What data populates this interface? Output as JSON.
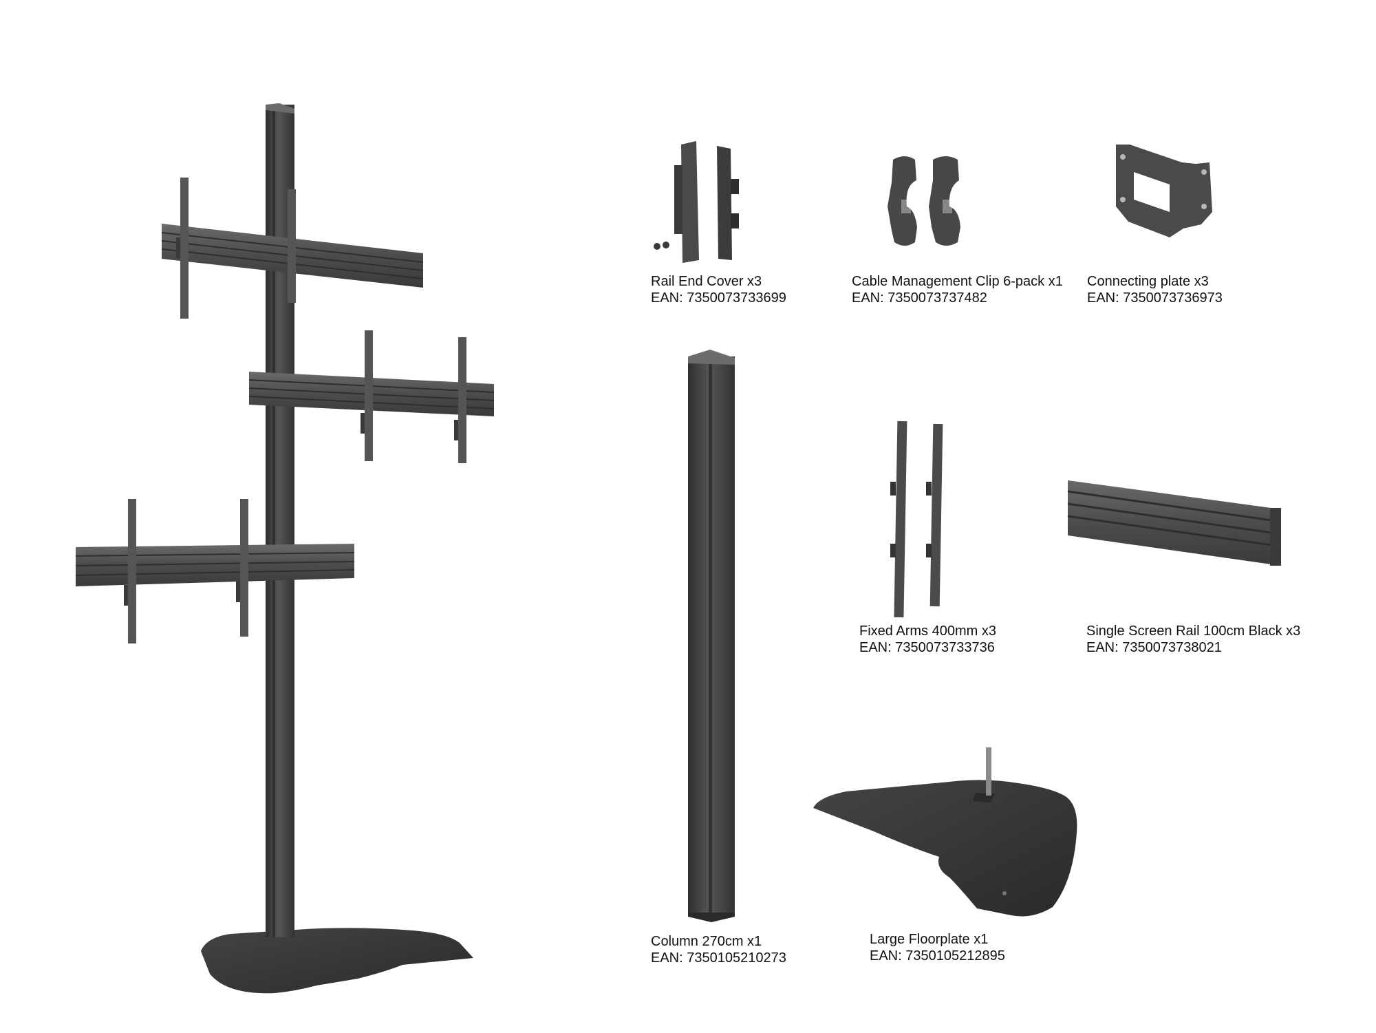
{
  "colors": {
    "metal_dark": "#3c3c3c",
    "metal_mid": "#4a4a4a",
    "metal_light": "#6a6a6a",
    "text": "#111111",
    "background": "#ffffff"
  },
  "parts": [
    {
      "name": "Rail End Cover x3",
      "ean": "EAN: 7350073733699"
    },
    {
      "name": "Cable Management Clip 6-pack x1",
      "ean": "EAN: 7350073737482"
    },
    {
      "name": "Connecting plate x3",
      "ean": "EAN: 7350073736973"
    },
    {
      "name": "Fixed Arms 400mm x3",
      "ean": "EAN: 7350073733736"
    },
    {
      "name": "Single Screen Rail 100cm Black x3",
      "ean": "EAN: 7350073738021"
    },
    {
      "name": "Column 270cm x1",
      "ean": "EAN: 7350105210273"
    },
    {
      "name": "Large Floorplate x1",
      "ean": "EAN: 7350105212895"
    }
  ]
}
